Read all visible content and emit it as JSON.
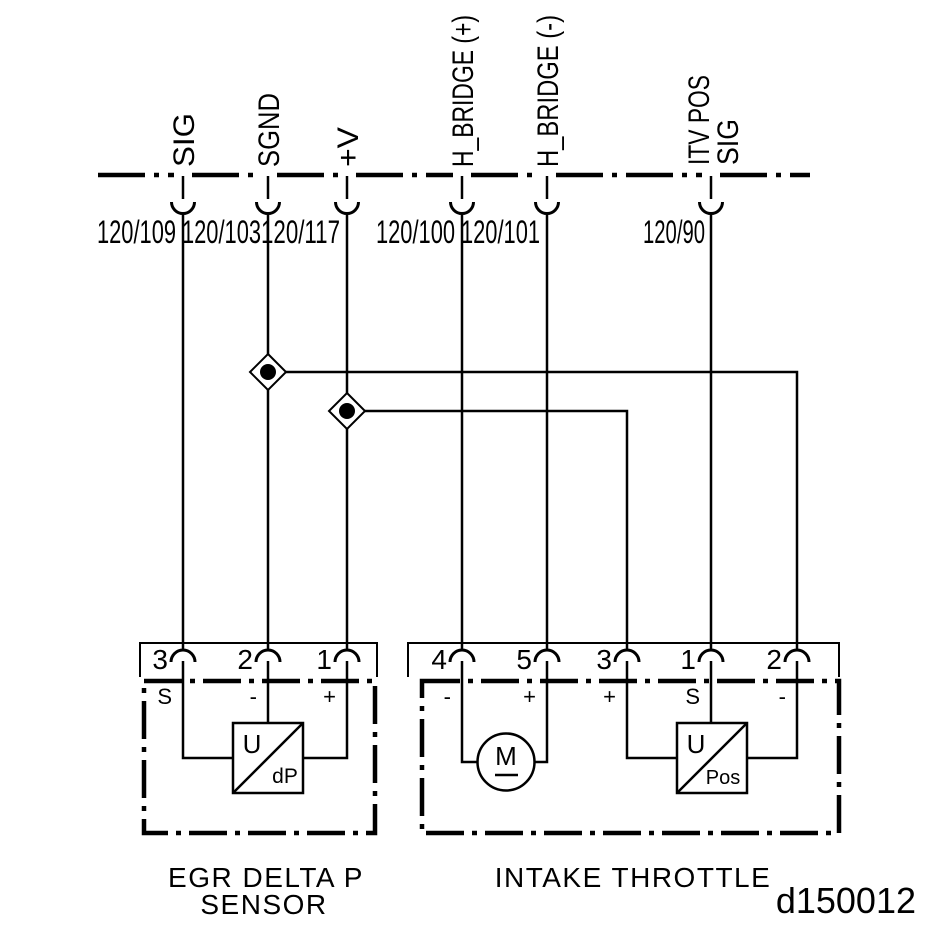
{
  "figure": {
    "id": "d150012"
  },
  "ecu": {
    "pins": [
      {
        "signal": "SIG",
        "wire": "120/109"
      },
      {
        "signal": "SGND",
        "wire": "120/103"
      },
      {
        "signal": "+V",
        "wire": "120/117"
      },
      {
        "signal": "H_BRIDGE (+)",
        "wire": "120/100"
      },
      {
        "signal": "H_BRIDGE (-)",
        "wire": "120/101"
      },
      {
        "signal_line1": "ITV POS",
        "signal_line2": "SIG",
        "wire": "120/90"
      }
    ]
  },
  "egr_sensor": {
    "title_line1": "EGR DELTA P",
    "title_line2": "SENSOR",
    "pins": [
      {
        "number": "3",
        "polarity": "S"
      },
      {
        "number": "2",
        "polarity": "-"
      },
      {
        "number": "1",
        "polarity": "+"
      }
    ],
    "transducer": {
      "top": "U",
      "bottom": "dP"
    }
  },
  "intake_throttle": {
    "title": "INTAKE THROTTLE",
    "pins": [
      {
        "number": "4",
        "polarity": "-"
      },
      {
        "number": "5",
        "polarity": "+"
      },
      {
        "number": "3",
        "polarity": "+"
      },
      {
        "number": "1",
        "polarity": "S"
      },
      {
        "number": "2",
        "polarity": "-"
      }
    ],
    "motor": {
      "label": "M"
    },
    "transducer": {
      "top": "U",
      "bottom": "Pos"
    }
  }
}
